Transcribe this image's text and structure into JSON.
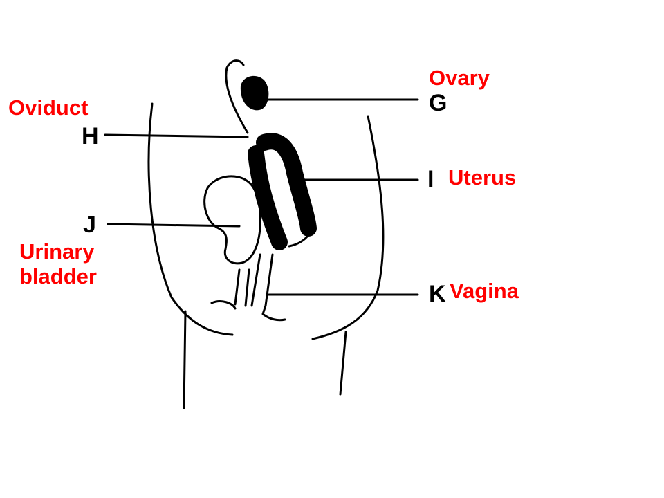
{
  "colors": {
    "label_text": "#ff0000",
    "line_art": "#000000",
    "background": "#ffffff"
  },
  "labels": {
    "ovary": {
      "letter": "G",
      "name": "Ovary"
    },
    "oviduct": {
      "letter": "H",
      "name": "Oviduct"
    },
    "uterus": {
      "letter": "I",
      "name": "Uterus"
    },
    "bladder": {
      "letter": "J",
      "name": "Urinary\nbladder"
    },
    "vagina": {
      "letter": "K",
      "name": "Vagina"
    }
  }
}
